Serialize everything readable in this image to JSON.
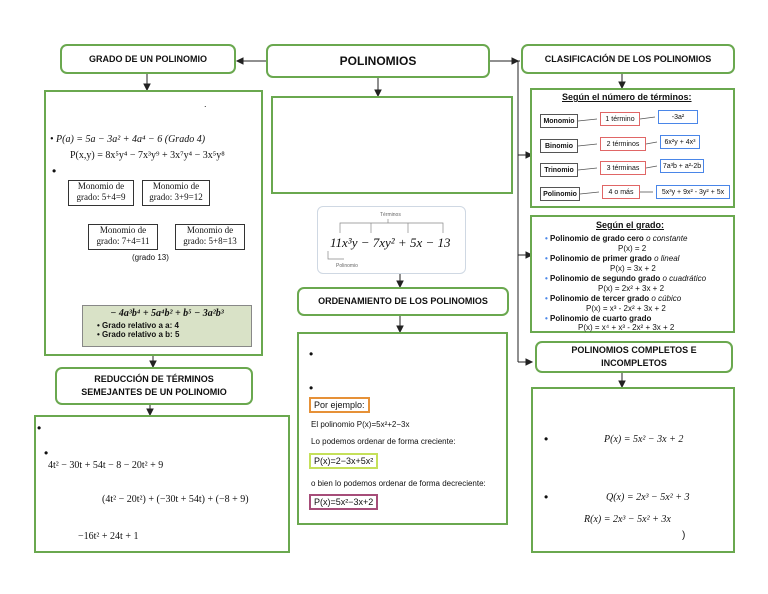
{
  "titles": {
    "main": "POLINOMIOS",
    "grado": "GRADO DE UN POLINOMIO",
    "clasificacion": "CLASIFICACIÓN DE LOS POLINOMIOS",
    "ordenamiento": "ORDENAMIENTO DE LOS POLINOMIOS",
    "reduccion": "REDUCCIÓN DE TÉRMINOS SEMEJANTES DE UN POLINOMIO",
    "completos": "POLINOMIOS COMPLETOS E INCOMPLETOS"
  },
  "grado": {
    "dot": ".",
    "expr1": "P(a) = 5a − 3a² + 4a⁴ − 6 (Grado 4)",
    "expr2": "P(x,y) = 8x⁵y⁴ − 7x³y⁹ + 3x⁷y⁴ − 3x⁵y⁸",
    "labels": [
      "Monomio de grado: 5+4=9",
      "Monomio de grado: 3+9=12",
      "Monomio de grado: 7+4=11",
      "Monomio de grado: 5+8=13"
    ],
    "grado13": "(grado 13)",
    "relative_expr": "− 4a³b⁴ + 5a⁴b² + b⁵ − 3a²b³",
    "relative_a": "Grado relativo a a: 4",
    "relative_b": "Grado relativo a b: 5"
  },
  "terminos_image": {
    "top_label": "Términos",
    "expr": "11x³y − 7xy² + 5x − 13",
    "bottom_label": "Polinomio"
  },
  "clasificacion": {
    "terms_title": "Según el número de términos:",
    "rows": [
      {
        "name": "Monomio",
        "count": "1 término",
        "example": "-3a²"
      },
      {
        "name": "Binomio",
        "count": "2 términos",
        "example": "6x²y + 4x³"
      },
      {
        "name": "Trinomio",
        "count": "3 términas",
        "example": "7a³b + a²-2b"
      },
      {
        "name": "Polinomio",
        "count": "4 o más",
        "example": "5x³y + 9x² - 3y² + 5x"
      }
    ],
    "grado_title": "Según el grado:",
    "grados": [
      {
        "label": "Polinomio de grado cero",
        "extra": "o constante",
        "eq": "P(x) = 2"
      },
      {
        "label": "Polinomio de primer grado",
        "extra": "o lineal",
        "eq": "P(x) = 3x + 2"
      },
      {
        "label": "Polinomio de segundo grado",
        "extra": "o cuadrático",
        "eq": "P(x) = 2x² + 3x + 2"
      },
      {
        "label": "Polinomio de tercer grado",
        "extra": "o cúbico",
        "eq": "P(x) = x³ - 2x² + 3x + 2"
      },
      {
        "label": "Polinomio de cuarto grado",
        "extra": "",
        "eq": "P(x) = x⁴ + x³ - 2x² + 3x + 2"
      }
    ]
  },
  "ordenamiento": {
    "ejemplo": "Por ejemplo:",
    "line1": "El polinomio P(x)=5x²+2−3x",
    "line2": "Lo podemos ordenar de forma creciente:",
    "creciente": "P(x)=2−3x+5x²",
    "line3": "o bien lo podemos ordenar de forma decreciente:",
    "decreciente": "P(x)=5x²−3x+2"
  },
  "reduccion": {
    "expr1": "4t² − 30t + 54t − 8 − 20t² + 9",
    "expr2": "(4t² − 20t²) + (−30t + 54t) + (−8 + 9)",
    "expr3": "−16t² + 24t + 1"
  },
  "completos": {
    "p": "P(x) = 5x² − 3x + 2",
    "q": "Q(x) = 2x³ − 5x² + 3",
    "r": "R(x) = 2x³ − 5x² + 3x",
    "paren": ")"
  },
  "colors": {
    "border": "#6aa84f",
    "orange": "#e69138",
    "lime": "#b6d7a8",
    "purple": "#a64d79",
    "blue": "#4a86e8"
  }
}
